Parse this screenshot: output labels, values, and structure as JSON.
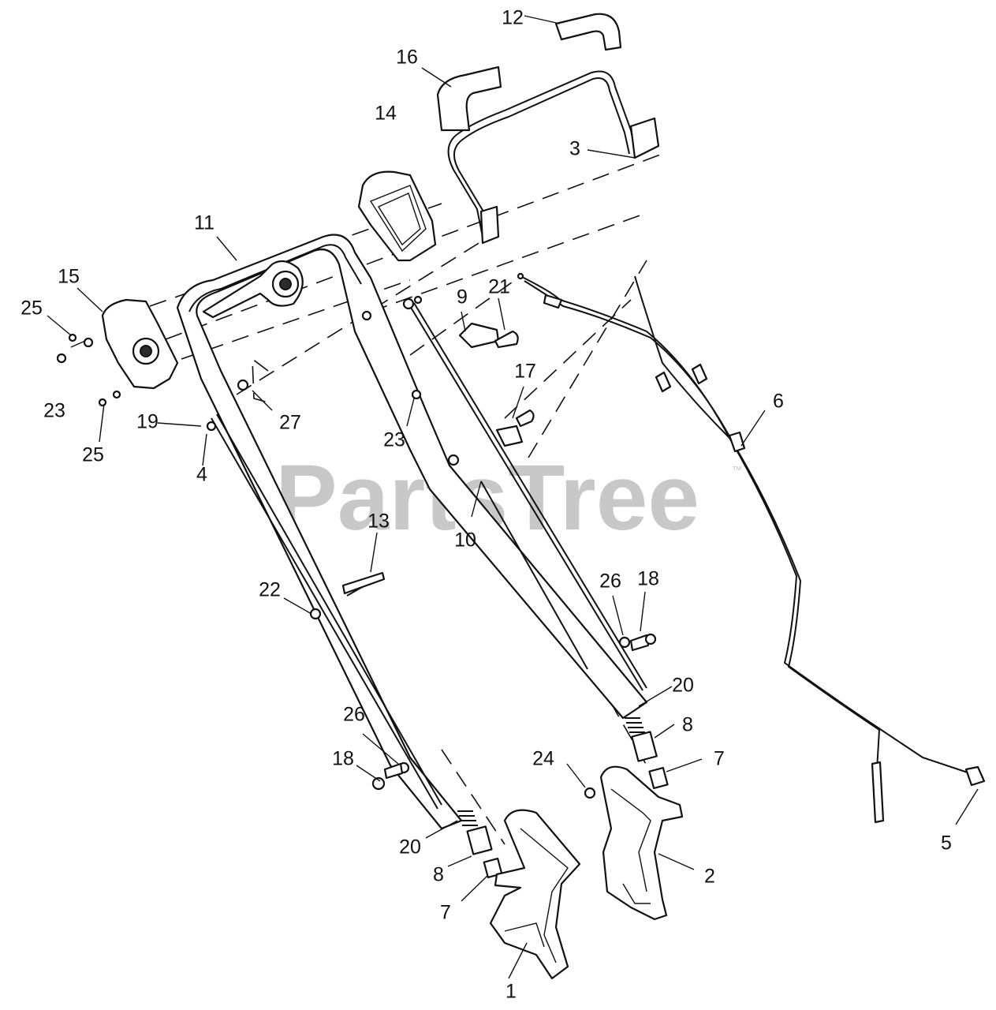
{
  "watermark": {
    "text": "PartsTree",
    "mark": "™"
  },
  "callouts": [
    "1",
    "2",
    "3",
    "4",
    "5",
    "6",
    "7",
    "8",
    "9",
    "10",
    "11",
    "12",
    "13",
    "14",
    "15",
    "16",
    "17",
    "18",
    "19",
    "20",
    "21",
    "22",
    "23",
    "24",
    "25",
    "26",
    "27"
  ]
}
